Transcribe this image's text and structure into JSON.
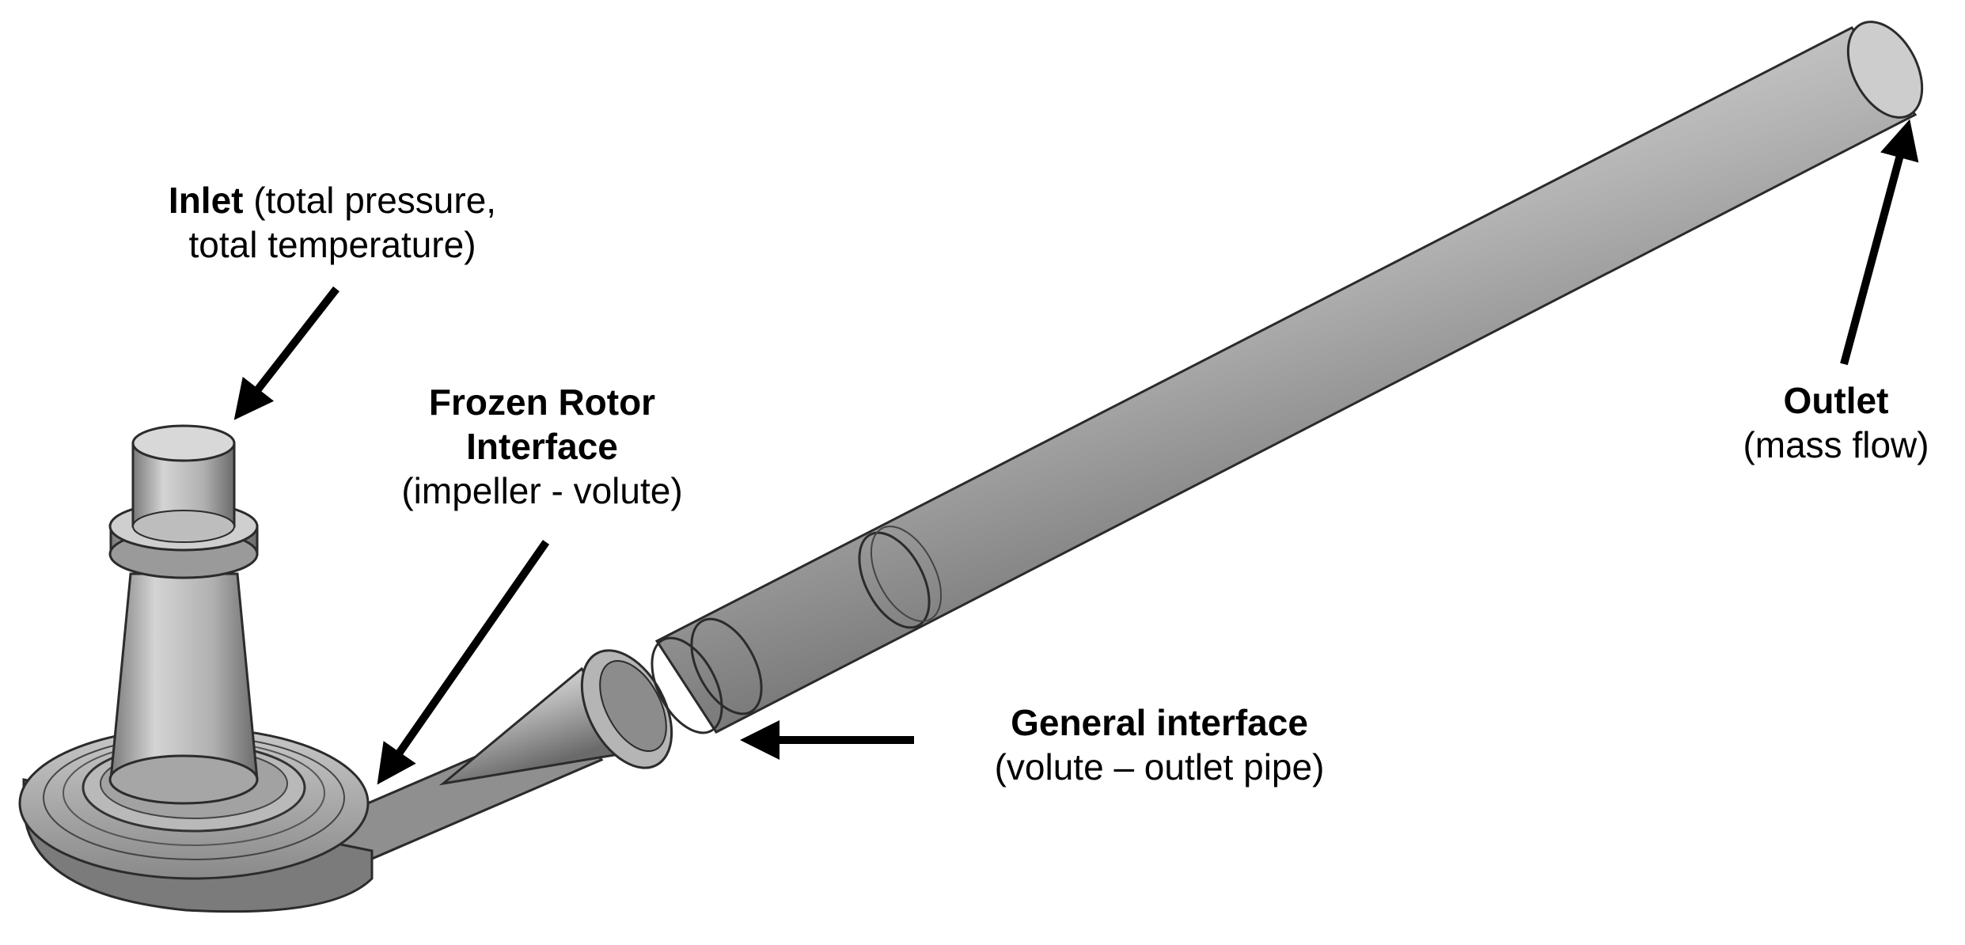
{
  "labels": {
    "inlet": {
      "title": "Inlet",
      "line1_rest": "(total pressure,",
      "line2": "total temperature)"
    },
    "frozen_rotor": {
      "title1": "Frozen Rotor",
      "title2": "Interface",
      "detail": "(impeller - volute)"
    },
    "general_interface": {
      "title": "General interface",
      "detail": "(volute – outlet pipe)"
    },
    "outlet": {
      "title": "Outlet",
      "detail": "(mass flow)"
    }
  },
  "colors": {
    "body": "#a9a9a9",
    "light": "#d6d6d6",
    "dark": "#5e5e5e",
    "edge": "#2b2b2b",
    "arrow": "#000000"
  }
}
